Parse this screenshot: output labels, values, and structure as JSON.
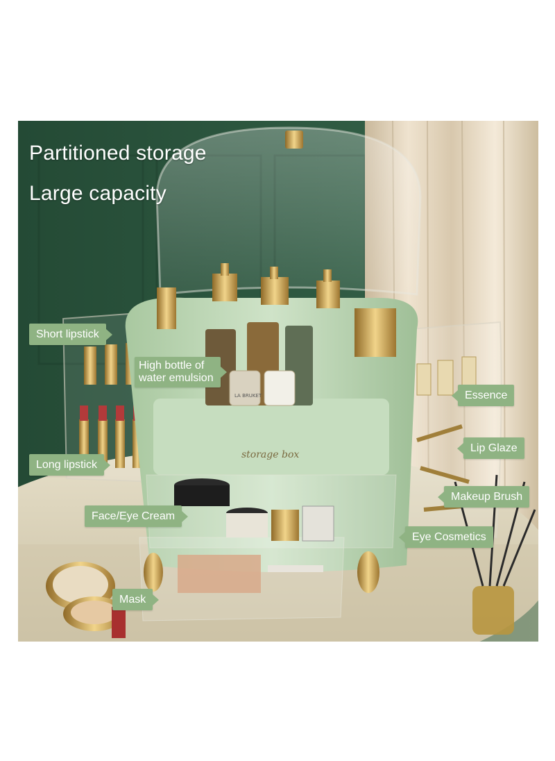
{
  "headlines": {
    "line1": "Partitioned storage",
    "line2": "Large capacity"
  },
  "callouts": {
    "short_lipstick": "Short lipstick",
    "high_bottle": "High bottle of water emulsion",
    "essence": "Essence",
    "long_lipstick": "Long lipstick",
    "lip_glaze": "Lip Glaze",
    "face_eye_cream": "Face/Eye Cream",
    "makeup_brush": "Makeup Brush",
    "eye_cosmetics": "Eye Cosmetics",
    "mask": "Mask"
  },
  "product": {
    "lid_script": "storage box",
    "bottle_label": "LA BRUKET"
  },
  "colors": {
    "wall_green": "#2d5740",
    "box_green": "#bcd7b4",
    "callout_green": "#8fb383",
    "gold": "#c9a14a",
    "table": "#d9d2bc"
  }
}
